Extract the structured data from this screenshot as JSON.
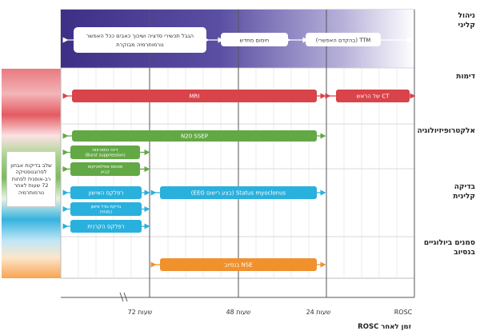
{
  "rows": {
    "clinical": "ניהול\nקליני",
    "imaging": "דימות",
    "electro": "אלקטרופיזיולוגיה",
    "exam": "בדיקה\nקלינית",
    "biomarkers": "סמנים ביולוגיים\nבנסיוב"
  },
  "side_note": "שלב בדיקות אבחון לפרוגנוסטיקה רב-אופנית לפחות 72 שעות לאחר נורמותרמיה",
  "axis": {
    "title": "זמן לאחר ROSC",
    "ticks": [
      "72 שעות",
      "48 שעות",
      "24 שעות",
      "ROSC"
    ]
  },
  "clinical_boxes": [
    "הגבל תכשירי סדציה ושיכוך כאבים ככל האפשר נורמותרמיה מבוקרת",
    "חימום מחדש",
    "TTM (בהקדם האפשרי)"
  ],
  "bars": [
    {
      "label": "CT של הראש",
      "color": "#d9434a"
    },
    {
      "label": "MRI",
      "color": "#d9434a"
    },
    {
      "label": "N20 SSEP",
      "color": "#62a845"
    },
    {
      "label": "דיכוי התפרצות\n(Burst suppression)",
      "color": "#62a845"
    },
    {
      "label": "סטטוס אפילפטיקוס\nקבוע",
      "color": "#62a845"
    },
    {
      "label": "רפלקס האישון",
      "color": "#2ab0dd"
    },
    {
      "label": "Status myoclonus (בצע רישום EEG)",
      "color": "#2ab0dd"
    },
    {
      "label": "בדיקת גודל אישון\nכמותית",
      "color": "#2ab0dd"
    },
    {
      "label": "רפלקס הקרנית",
      "color": "#2ab0dd"
    },
    {
      "label": "NSE בנסיוב",
      "color": "#f0912e"
    }
  ],
  "colors": {
    "navy": "#4a3d8f",
    "red": "#d9434a",
    "green": "#62a845",
    "blue": "#2ab0dd",
    "orange": "#f0912e"
  }
}
